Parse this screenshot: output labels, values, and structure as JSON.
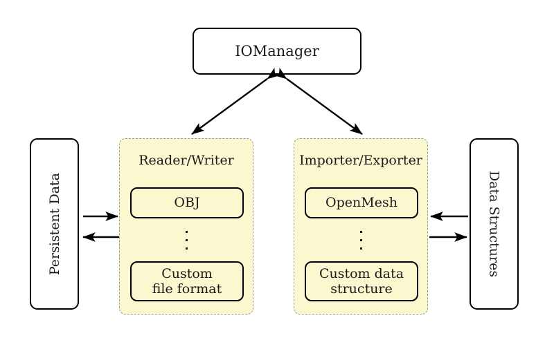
{
  "diagram": {
    "type": "block-diagram",
    "background_color": "#ffffff",
    "accent_fill": "#fbf8d0",
    "panel_border_color": "#9a9a90",
    "stroke_color": "#000000",
    "manager": {
      "label": "IOManager"
    },
    "left_endpoint": {
      "label": "Persistent Data",
      "orientation": "vertical-bottom-to-top"
    },
    "right_endpoint": {
      "label": "Data Structures",
      "orientation": "vertical-top-to-bottom"
    },
    "panels": [
      {
        "title": "Reader/Writer",
        "items": [
          {
            "label": "OBJ"
          },
          {
            "label": "Custom\nfile format",
            "line1": "Custom",
            "line2": "file format"
          }
        ],
        "ellipsis": "vertical-dots"
      },
      {
        "title": "Importer/Exporter",
        "items": [
          {
            "label": "OpenMesh"
          },
          {
            "label": "Custom data\nstructure",
            "line1": "Custom data",
            "line2": "structure"
          }
        ],
        "ellipsis": "vertical-dots"
      }
    ],
    "connections": [
      {
        "from": "IOManager",
        "to": "Reader/Writer",
        "style": "double-headed-diagonal"
      },
      {
        "from": "IOManager",
        "to": "Importer/Exporter",
        "style": "double-headed-diagonal"
      },
      {
        "from": "Persistent Data",
        "to": "Reader/Writer",
        "style": "single-headed-right"
      },
      {
        "from": "Reader/Writer",
        "to": "Persistent Data",
        "style": "single-headed-left"
      },
      {
        "from": "Data Structures",
        "to": "Importer/Exporter",
        "style": "single-headed-left"
      },
      {
        "from": "Importer/Exporter",
        "to": "Data Structures",
        "style": "single-headed-right"
      }
    ]
  }
}
